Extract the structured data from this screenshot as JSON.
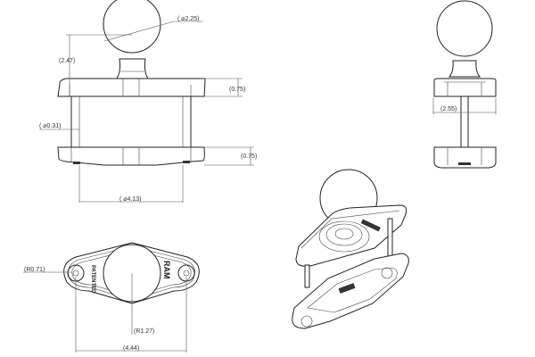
{
  "drawing": {
    "front_view": {
      "ball_diameter": "( ⌀2.25)",
      "overall_height": "(2.47)",
      "top_plate_thickness": "(0.75)",
      "bottom_plate_thickness": "(0.75)",
      "bolt_diameter": "( ⌀0.31)",
      "plate_width": "( ⌀4.13)"
    },
    "side_view": {
      "plate_depth": "(2.55)"
    },
    "bottom_view": {
      "hole_radius": "(R0.71)",
      "ball_radius": "(R1.27)",
      "hole_spacing": "(4.44)",
      "left_marking": "PATENTED",
      "right_marking": "RAM"
    },
    "isometric_view": {
      "label": ""
    },
    "colors": {
      "line": "#222222",
      "dimension": "#555555",
      "background": "#ffffff"
    }
  }
}
